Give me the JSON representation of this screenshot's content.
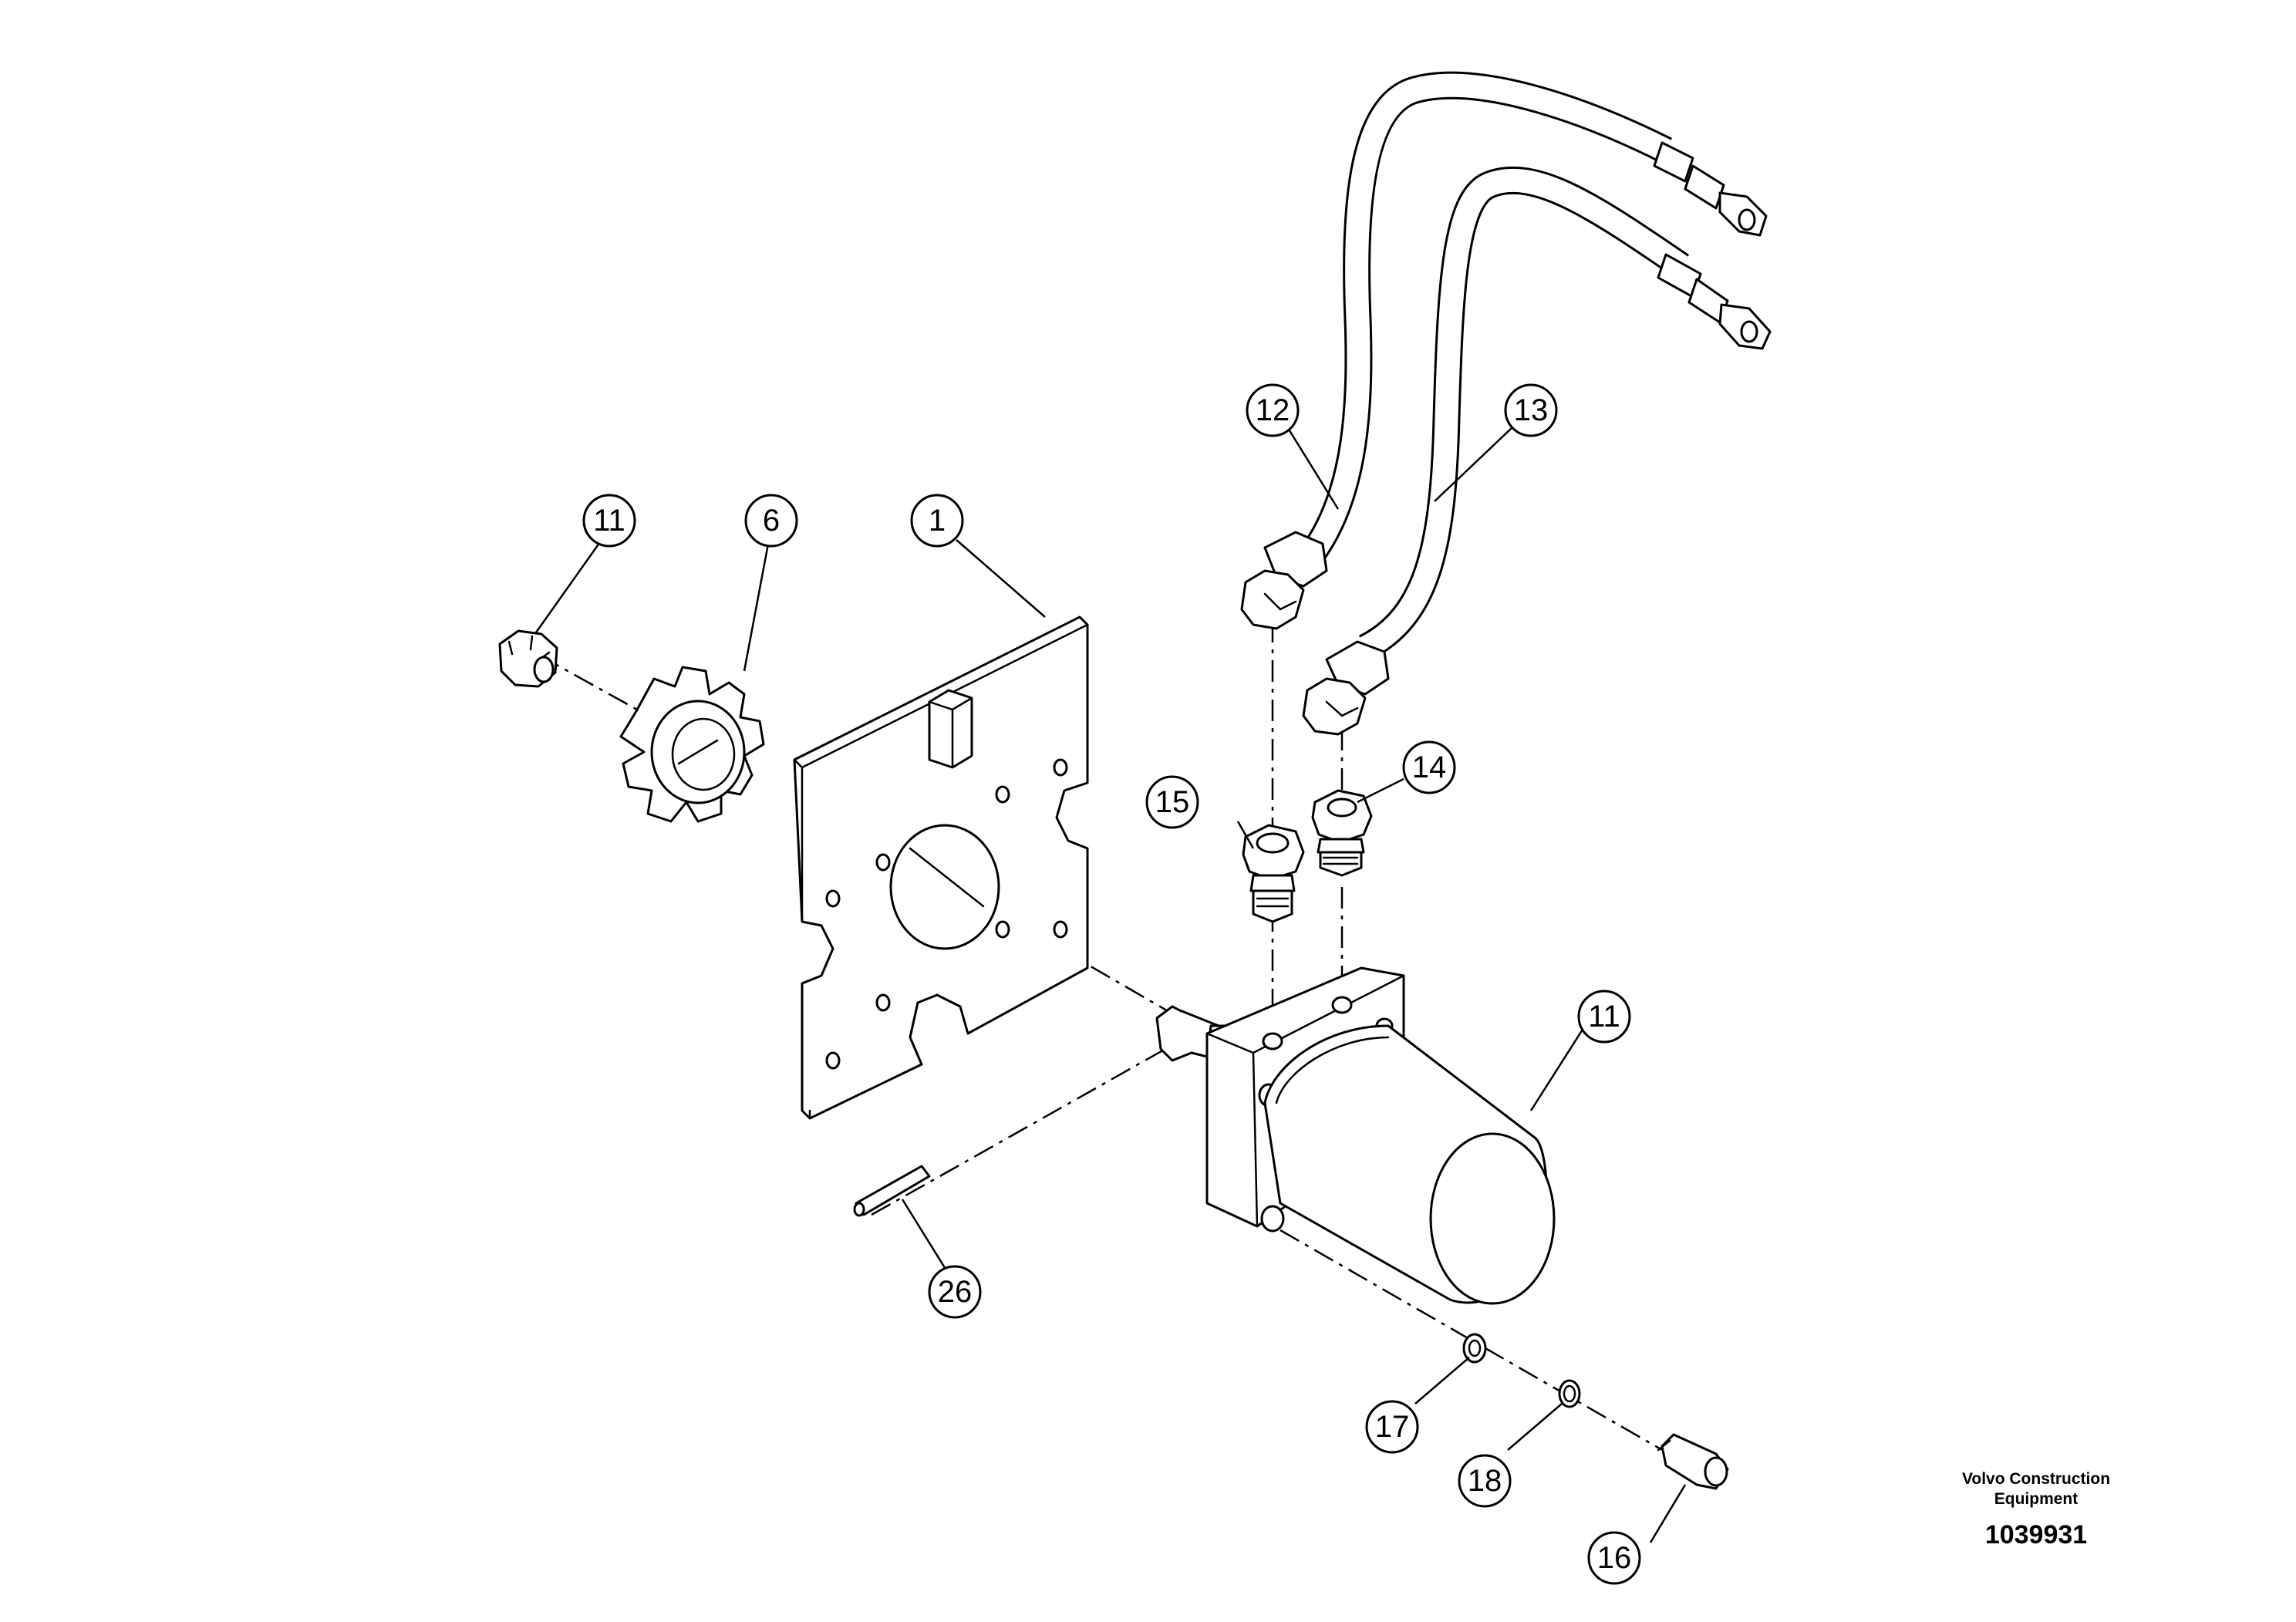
{
  "callouts": {
    "c11a": "11",
    "c6": "6",
    "c1": "1",
    "c12": "12",
    "c13": "13",
    "c15": "15",
    "c14": "14",
    "c11b": "11",
    "c26": "26",
    "c17": "17",
    "c18": "18",
    "c16": "16"
  },
  "footer": {
    "brand_line1": "Volvo Construction",
    "brand_line2": "Equipment",
    "drawing_number": "1039931"
  }
}
